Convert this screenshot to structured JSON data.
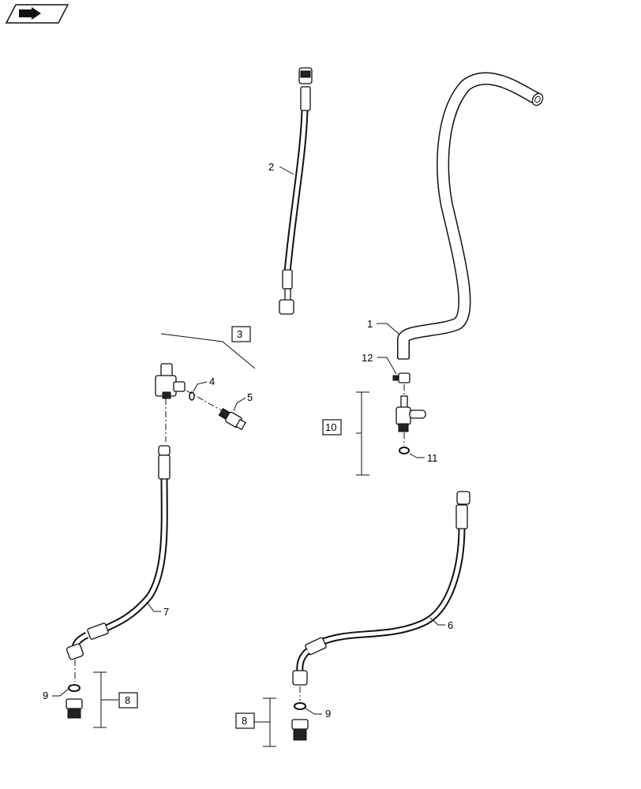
{
  "callouts": {
    "c1": "1",
    "c2": "2",
    "c3": "3",
    "c4": "4",
    "c5": "5",
    "c6": "6",
    "c7": "7",
    "c8a": "8",
    "c8b": "8",
    "c9a": "9",
    "c9b": "9",
    "c10": "10",
    "c11": "11",
    "c12": "12"
  },
  "icons": {
    "nav": "arrow-icon"
  }
}
